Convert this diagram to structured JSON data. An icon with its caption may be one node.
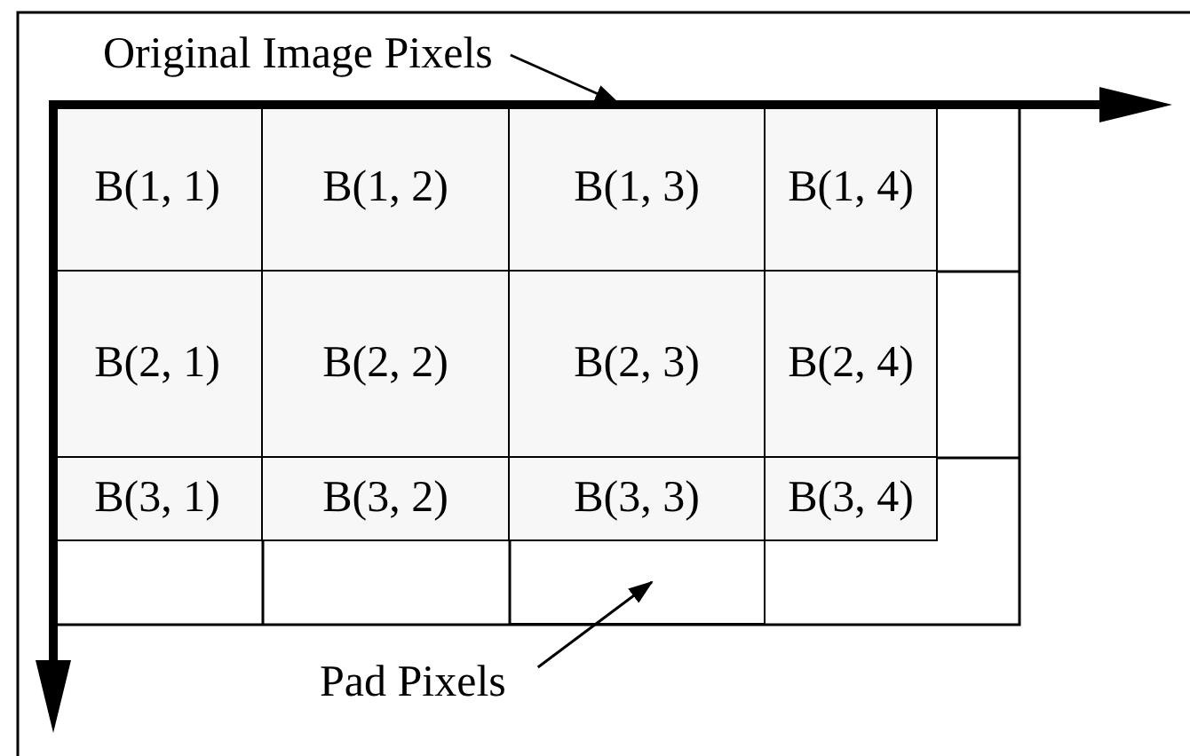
{
  "diagram": {
    "nodes": [
      {
        "text": [
          "Original Image Pixels"
        ]
      },
      {
        "text": [],
        "shape": "box"
      },
      {
        "text": [
          "B(1, 1)"
        ],
        "in": 1
      },
      {
        "text": [
          "B(1, 2)"
        ],
        "in": 1
      },
      {
        "text": [
          "B(1, 3)"
        ],
        "in": 1
      },
      {
        "text": [
          "B(1, 4)"
        ],
        "in": 1
      },
      {
        "text": [
          "B(2, 1)"
        ],
        "in": 1
      },
      {
        "text": [
          "B(2, 2)"
        ],
        "in": 1
      },
      {
        "text": [
          "B(2, 3)"
        ],
        "in": 1
      },
      {
        "text": [
          "B(2, 4)"
        ],
        "in": 1
      },
      {
        "text": [
          "B(3, 1)"
        ],
        "in": 1
      },
      {
        "text": [
          "B(3, 2)"
        ],
        "in": 1
      },
      {
        "text": [
          "B(3, 3)"
        ],
        "in": 1
      },
      {
        "text": [
          "B(3, 4)"
        ],
        "in": 1
      },
      {
        "text": [
          "Pad Pixels"
        ]
      },
      {
        "text": [],
        "shape": "box"
      }
    ],
    "edges": [
      {
        "from": 0,
        "to": 1,
        "arrow": "to"
      },
      {
        "from": 14,
        "to": 15,
        "arrow": "to"
      }
    ]
  }
}
